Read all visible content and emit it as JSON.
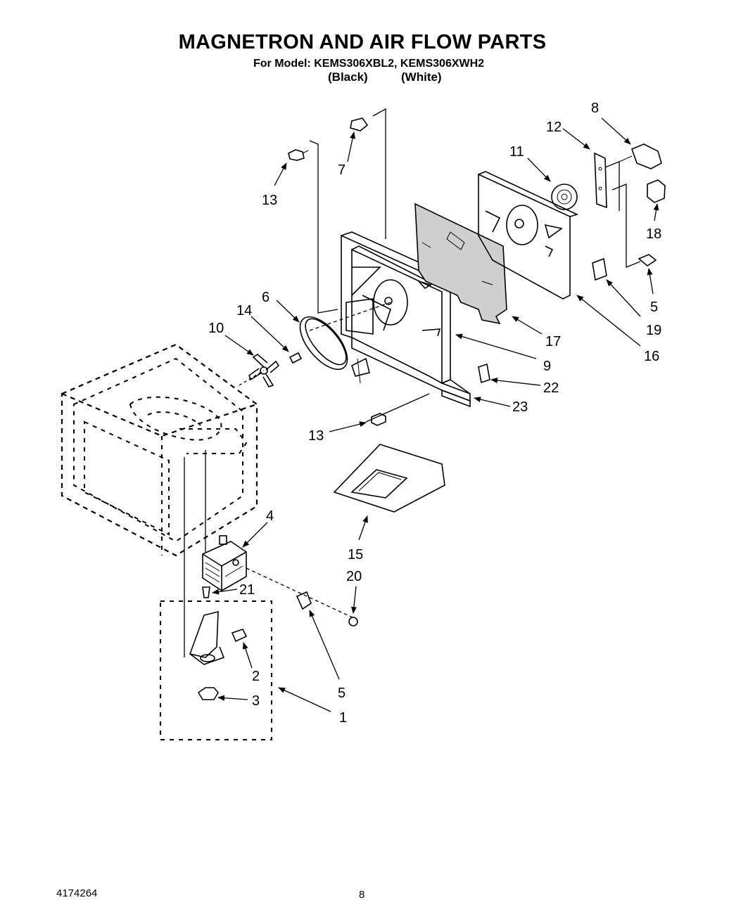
{
  "title": "MAGNETRON AND AIR FLOW PARTS",
  "model_line": "For Model: KEMS306XBL2, KEMS306XWH2",
  "variants": [
    "(Black)",
    "(White)"
  ],
  "part_labels": [
    "8",
    "12",
    "11",
    "7",
    "13",
    "18",
    "6",
    "14",
    "10",
    "5",
    "19",
    "17",
    "16",
    "9",
    "22",
    "23",
    "13",
    "15",
    "4",
    "20",
    "21",
    "2",
    "3",
    "5",
    "1"
  ],
  "footer": {
    "doc_number": "4174264",
    "page_number": "8"
  }
}
